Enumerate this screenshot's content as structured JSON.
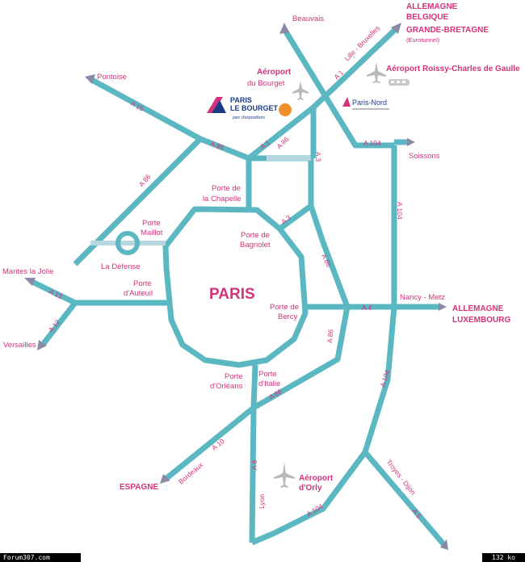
{
  "city": "PARIS",
  "places": {
    "beauvais": "Beauvais",
    "allemagne_n": "ALLEMAGNE",
    "belgique": "BELGIQUE",
    "grande_bretagne": "GRANDE-BRETAGNE",
    "eurotunnel": "(Eurotunnel)",
    "lille_bruxelles": "Lille - Bruxelles",
    "cdg": "Aéroport Roissy-Charles de Gaulle",
    "pontoise": "Pontoise",
    "bourget_airport_1": "Aéroport",
    "bourget_airport_2": "du Bourget",
    "paris_nord": "Paris-Nord",
    "soissons": "Soissons",
    "porte_chapelle_1": "Porte de",
    "porte_chapelle_2": "la Chapelle",
    "porte_maillot_1": "Porte",
    "porte_maillot_2": "Maillot",
    "porte_bagnolet_1": "Porte de",
    "porte_bagnolet_2": "Bagnolet",
    "mantes": "Mantes la Jolie",
    "la_defense": "La Défense",
    "porte_auteuil_1": "Porte",
    "porte_auteuil_2": "d'Auteuil",
    "nancy_metz": "Nancy - Metz",
    "allemagne_e": "ALLEMAGNE",
    "luxembourg": "LUXEMBOURG",
    "porte_bercy_1": "Porte de",
    "porte_bercy_2": "Bercy",
    "versailles": "Versailles",
    "porte_orleans_1": "Porte",
    "porte_orleans_2": "d'Orléans",
    "porte_italie_1": "Porte",
    "porte_italie_2": "d'Italie",
    "orly_1": "Aéroport",
    "orly_2": "d'Orly",
    "troyes_dijon": "Troyes - Dijon",
    "bordeaux": "Bordeaux",
    "espagne": "ESPAGNE",
    "lyon": "Lyon"
  },
  "logo": {
    "line1": "PARIS",
    "line2": "LE BOURGET",
    "tagline": "parc d'expositions"
  },
  "roads": {
    "a1_top": "A 1",
    "a1_mid": "A 1",
    "a15": "A 15",
    "a86_nw": "A 86",
    "a86_w": "A 86",
    "a86_n": "A 86",
    "a3_n": "A 3",
    "a3": "A 3",
    "a104_n": "A 104",
    "a104_e": "A 104",
    "a104_se": "A 104",
    "a104_s": "A 104",
    "a86_e": "A 86",
    "a86_se": "A 86",
    "a86_s": "A 86",
    "a4": "A 4",
    "a13": "A 13",
    "a12": "A 12",
    "a10": "A 10",
    "a6": "A 6",
    "a5": "A 5"
  },
  "footer": {
    "left": "Forum307.com",
    "right": "132 ko"
  }
}
